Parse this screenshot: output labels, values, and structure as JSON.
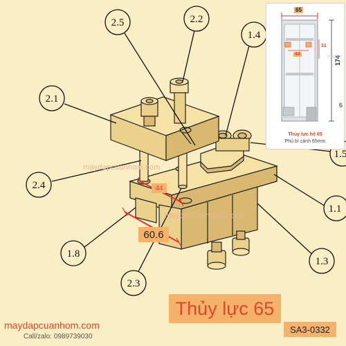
{
  "callouts": {
    "c2_5": "2.5",
    "c2_2": "2.2",
    "c1_4": "1.4",
    "c2_1": "2.1",
    "c1_5": "1.5",
    "c2_4": "2.4",
    "c1_1": "1.1",
    "c1_8": "1.8",
    "c1_3": "1.3",
    "c2_3": "2.3"
  },
  "dimensions": {
    "d44": "44",
    "d60_6": "60.6"
  },
  "inset": {
    "width_dim": "65",
    "inner_dim": "44",
    "side_dim": "31",
    "height_dim": "174",
    "watermark": "maydap",
    "edge_label": "6",
    "caption_title": "Thủy lực hệ 65",
    "caption_sub": "Phủ bì cánh 65mm"
  },
  "watermarks": {
    "w1": "maydapcuanhom.com",
    "w2": "maydapcuanhom.com"
  },
  "title": "Thủy lực 65",
  "code": "SA3-0332",
  "site": "maydapcuanhom.com",
  "phone": "Call/zalo: 0989739030",
  "colors": {
    "background": "#fbeec4",
    "accent_orange": "#f6b26b",
    "accent_red": "#e0462b",
    "dimension_red": "#e3352b"
  }
}
